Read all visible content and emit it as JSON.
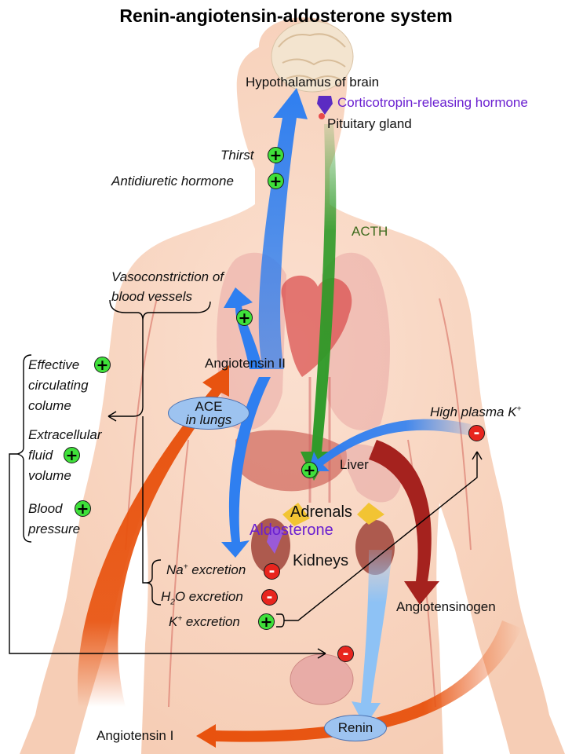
{
  "title": "Renin-angiotensin-aldosterone system",
  "labels": {
    "hypothalamus": "Hypothalamus of brain",
    "crh": "Corticotropin-releasing hormone",
    "pituitary": "Pituitary gland",
    "thirst": "Thirst",
    "adh": "Antidiuretic hormone",
    "acth": "ACTH",
    "vaso_line1": "Vasoconstriction of",
    "vaso_line2": "blood vessels",
    "angiotensin2": "Angiotensin II",
    "ace_line1": "ACE",
    "ace_line2": "in lungs",
    "high_k": "High plasma K",
    "high_k_sup": "+",
    "liver": "Liver",
    "adrenals": "Adrenals",
    "aldosterone": "Aldosterone",
    "kidneys": "Kidneys",
    "na_ex": "Na",
    "na_sup": "+",
    "na_rest": " excretion",
    "h2o_h": "H",
    "h2o_sub": "2",
    "h2o_rest": "O excretion",
    "k_ex": "K",
    "k_sup": "+",
    "k_rest": " excretion",
    "angiotensinogen": "Angiotensinogen",
    "renin": "Renin",
    "angiotensin1": "Angiotensin I",
    "eff_1": "Effective",
    "eff_2": "circulating",
    "eff_3": "colume",
    "ecf_1": "Extracellular",
    "ecf_2": "fluid",
    "ecf_3": "volume",
    "bp_1": "Blood",
    "bp_2": "pressure"
  },
  "signs": {
    "plus": "+",
    "minus": "-"
  },
  "colors": {
    "blue_arrow": "#2f7ff0",
    "green_arrow": "#2e9a28",
    "orange_arrow": "#e8520e",
    "darkred_arrow": "#a5221e",
    "light_blue_arrow": "#8ec2f5",
    "purple_text": "#6a1fd0",
    "acth_text": "#3d6a1c",
    "body_skin": "#f9d7c3"
  }
}
